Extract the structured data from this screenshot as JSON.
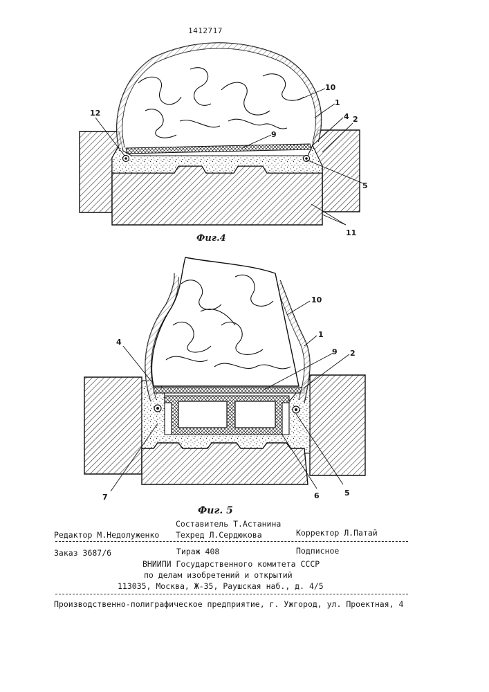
{
  "header": {
    "patent_number": "1412717"
  },
  "fig4": {
    "caption": "Фиг.4",
    "labels": {
      "l12": "12",
      "l10": "10",
      "l1": "1",
      "l4": "4",
      "l2": "2",
      "l9": "9",
      "l5": "5",
      "l11": "11"
    }
  },
  "fig5": {
    "caption": "Фиг. 5",
    "labels": {
      "l10": "10",
      "l1": "1",
      "l4": "4",
      "l9": "9",
      "l2": "2",
      "l7": "7",
      "l6": "6",
      "l5": "5"
    }
  },
  "imprint": {
    "compiler": "Составитель Т.Астанина",
    "editor": "Редактор М.Недолуженко",
    "tech_editor": "Техред Л.Сердюкова",
    "corrector": "Корректор Л.Патай",
    "order": "Заказ 3687/6",
    "circulation": "Тираж 408",
    "subscription": "Подписное",
    "org_line1": "ВНИИПИ Государственного комитета СССР",
    "org_line2": "по делам изобретений и открытий",
    "org_address": "113035, Москва, Ж-35, Раушская наб., д. 4/5",
    "printer": "Производственно-полиграфическое предприятие, г. Ужгород, ул. Проектная, 4"
  }
}
